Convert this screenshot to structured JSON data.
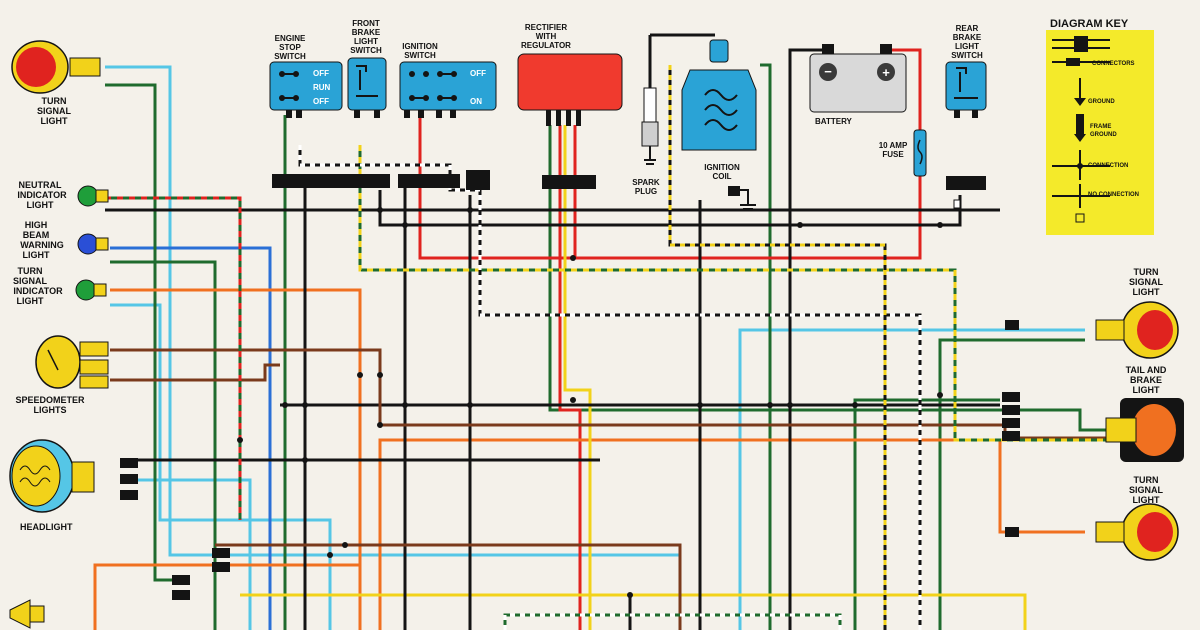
{
  "colors": {
    "green": "#1f6b2e",
    "blue": "#2a6fd6",
    "light_blue": "#55c6e6",
    "red": "#e0231f",
    "orange": "#f07020",
    "yellow": "#f2d21a",
    "black": "#141414",
    "brown": "#7a3a1c",
    "component_blue": "#2aa3d6",
    "rectifier_red": "#f03a2e",
    "key_yellow": "#f4ea2a",
    "background": "#f4f1ea"
  },
  "labels": {
    "turn_signal_light_left": [
      "TURN",
      "SIGNAL",
      "LIGHT"
    ],
    "neutral_indicator_light": [
      "NEUTRAL",
      "INDICATOR",
      "LIGHT"
    ],
    "high_beam_warning_light": [
      "HIGH",
      "BEAM",
      "WARNING",
      "LIGHT"
    ],
    "turn_signal_indicator_light": [
      "TURN",
      "SIGNAL",
      "INDICATOR",
      "LIGHT"
    ],
    "speedometer_lights": [
      "SPEEDOMETER",
      "LIGHTS"
    ],
    "headlight": "HEADLIGHT",
    "engine_stop_switch": [
      "ENGINE",
      "STOP",
      "SWITCH"
    ],
    "front_brake_light_switch": [
      "FRONT",
      "BRAKE",
      "LIGHT",
      "SWITCH"
    ],
    "ignition_switch": [
      "IGNITION",
      "SWITCH"
    ],
    "rectifier_with_regulator": [
      "RECTIFIER",
      "WITH",
      "REGULATOR"
    ],
    "spark_plug": [
      "SPARK",
      "PLUG"
    ],
    "ignition_coil": [
      "IGNITION",
      "COIL"
    ],
    "battery": "BATTERY",
    "fuse": [
      "10 AMP",
      "FUSE"
    ],
    "rear_brake_light_switch": [
      "REAR",
      "BRAKE",
      "LIGHT",
      "SWITCH"
    ],
    "turn_signal_light_right_top": [
      "TURN",
      "SIGNAL",
      "LIGHT"
    ],
    "tail_and_brake_light": [
      "TAIL AND",
      "BRAKE",
      "LIGHT"
    ],
    "turn_signal_light_right_bottom": [
      "TURN",
      "SIGNAL",
      "LIGHT"
    ]
  },
  "engine_stop_states": [
    "OFF",
    "RUN",
    "OFF"
  ],
  "ignition_states": [
    "OFF",
    "ON"
  ],
  "battery_terminals": {
    "negative": "−",
    "positive": "+"
  },
  "diagram_key": {
    "title": "DIAGRAM KEY",
    "items": [
      "CONNECTORS",
      "GROUND",
      "FRAME",
      "GROUND",
      "CONNECTION",
      "NO CONNECTION"
    ]
  }
}
